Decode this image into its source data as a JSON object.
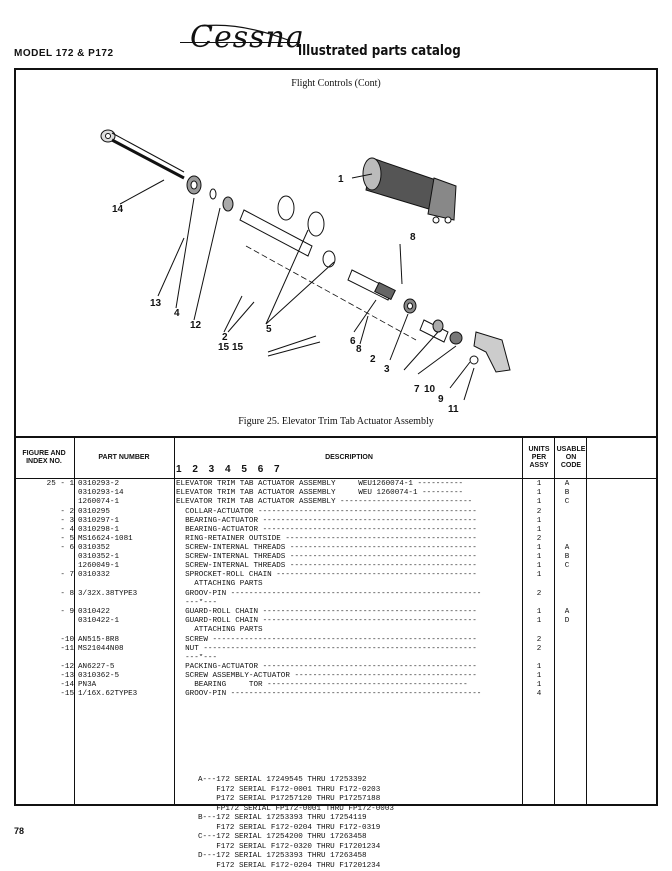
{
  "header": {
    "model": "MODEL 172 & P172",
    "logo": "Cessna",
    "catalog": "illustrated parts catalog"
  },
  "figure": {
    "section_title": "Flight Controls (Cont)",
    "caption": "Figure 25.  Elevator Trim Tab Actuator Assembly",
    "callouts": [
      "1",
      "2",
      "2",
      "3",
      "4",
      "5",
      "6",
      "7",
      "8",
      "8",
      "9",
      "10",
      "11",
      "12",
      "13",
      "14",
      "15",
      "15"
    ]
  },
  "table": {
    "headers": {
      "figure": "FIGURE AND INDEX NO.",
      "part_number": "PART NUMBER",
      "description": "DESCRIPTION",
      "indent_digits": "1 2 3 4 5 6 7",
      "units": "UNITS PER ASSY",
      "usable": "USABLE ON CODE"
    },
    "rows": [
      {
        "fig": "25 - 1",
        "part": "0310293-2",
        "desc": "ELEVATOR TRIM TAB ACTUATOR ASSEMBLY     WEU1260074-1 ----------",
        "units": "1",
        "code": "A"
      },
      {
        "fig": "",
        "part": "0310293-14",
        "desc": "ELEVATOR TRIM TAB ACTUATOR ASSEMBLY     WEU 1260074-1 ---------",
        "units": "1",
        "code": "B"
      },
      {
        "fig": "",
        "part": "1260074-1",
        "desc": "ELEVATOR TRIM TAB ACTUATOR ASSEMBLY -----------------------------",
        "units": "1",
        "code": "C"
      },
      {
        "fig": "- 2",
        "part": "0310295",
        "desc": "  COLLAR-ACTUATOR ------------------------------------------------",
        "units": "2",
        "code": ""
      },
      {
        "fig": "- 3",
        "part": "0310297-1",
        "desc": "  BEARING-ACTUATOR -----------------------------------------------",
        "units": "1",
        "code": ""
      },
      {
        "fig": "- 4",
        "part": "0310298-1",
        "desc": "  BEARING-ACTUATOR -----------------------------------------------",
        "units": "1",
        "code": ""
      },
      {
        "fig": "- 5",
        "part": "MS16624-1081",
        "desc": "  RING-RETAINER OUTSIDE ------------------------------------------",
        "units": "2",
        "code": ""
      },
      {
        "fig": "- 6",
        "part": "0310352",
        "desc": "  SCREW-INTERNAL THREADS -----------------------------------------",
        "units": "1",
        "code": "A"
      },
      {
        "fig": "",
        "part": "0310352-1",
        "desc": "  SCREW-INTERNAL THREADS -----------------------------------------",
        "units": "1",
        "code": "B"
      },
      {
        "fig": "",
        "part": "1260049-1",
        "desc": "  SCREW-INTERNAL THREADS -----------------------------------------",
        "units": "1",
        "code": "C"
      },
      {
        "fig": "- 7",
        "part": "0310332",
        "desc": "  SPROCKET-ROLL CHAIN --------------------------------------------",
        "units": "1",
        "code": ""
      },
      {
        "fig": "",
        "part": "",
        "desc": "    ATTACHING PARTS",
        "units": "",
        "code": ""
      },
      {
        "fig": "- 8",
        "part": "3/32X.38TYPE3",
        "desc": "  GROOV-PIN -------------------------------------------------------",
        "units": "2",
        "code": ""
      },
      {
        "fig": "",
        "part": "",
        "desc": "  ---*---",
        "units": "",
        "code": ""
      },
      {
        "fig": "- 9",
        "part": "0310422",
        "desc": "  GUARD-ROLL CHAIN -----------------------------------------------",
        "units": "1",
        "code": "A"
      },
      {
        "fig": "",
        "part": "0310422-1",
        "desc": "  GUARD-ROLL CHAIN -----------------------------------------------",
        "units": "1",
        "code": "D"
      },
      {
        "fig": "",
        "part": "",
        "desc": "    ATTACHING PARTS",
        "units": "",
        "code": ""
      },
      {
        "fig": "-10",
        "part": "AN515-8R8",
        "desc": "  SCREW ----------------------------------------------------------",
        "units": "2",
        "code": ""
      },
      {
        "fig": "-11",
        "part": "MS21044N08",
        "desc": "  NUT ------------------------------------------------------------",
        "units": "2",
        "code": ""
      },
      {
        "fig": "",
        "part": "",
        "desc": "  ---*---",
        "units": "",
        "code": ""
      },
      {
        "fig": "-12",
        "part": "AN6227-5",
        "desc": "  PACKING-ACTUATOR -----------------------------------------------",
        "units": "1",
        "code": ""
      },
      {
        "fig": "-13",
        "part": "0310362-5",
        "desc": "  SCREW ASSEMBLY-ACTUATOR ----------------------------------------",
        "units": "1",
        "code": ""
      },
      {
        "fig": "-14",
        "part": "PN3A",
        "desc": "    BEARING     TOR --------------------------------------------",
        "units": "1",
        "code": ""
      },
      {
        "fig": "-15",
        "part": "1/16X.62TYPE3",
        "desc": "  GROOV-PIN -------------------------------------------------------",
        "units": "4",
        "code": ""
      }
    ],
    "notes": [
      "A---172 SERIAL 17249545 THRU 17253392",
      "    F172 SERIAL F172-0001 THRU F172-0203",
      "    P172 SERIAL P17257120 THRU P17257188",
      "    FP172 SERIAL FP172-0001 THRU FP172-0003",
      "B---172 SERIAL 17253393 THRU 17254119",
      "    F172 SERIAL F172-0204 THRU F172-0319",
      "C---172 SERIAL 17254200 THRU 17263458",
      "    F172 SERIAL F172-0320 THRU F17201234",
      "D---172 SERIAL 17253393 THRU 17263458",
      "    F172 SERIAL F172-0204 THRU F17201234"
    ]
  },
  "page_number": "78"
}
